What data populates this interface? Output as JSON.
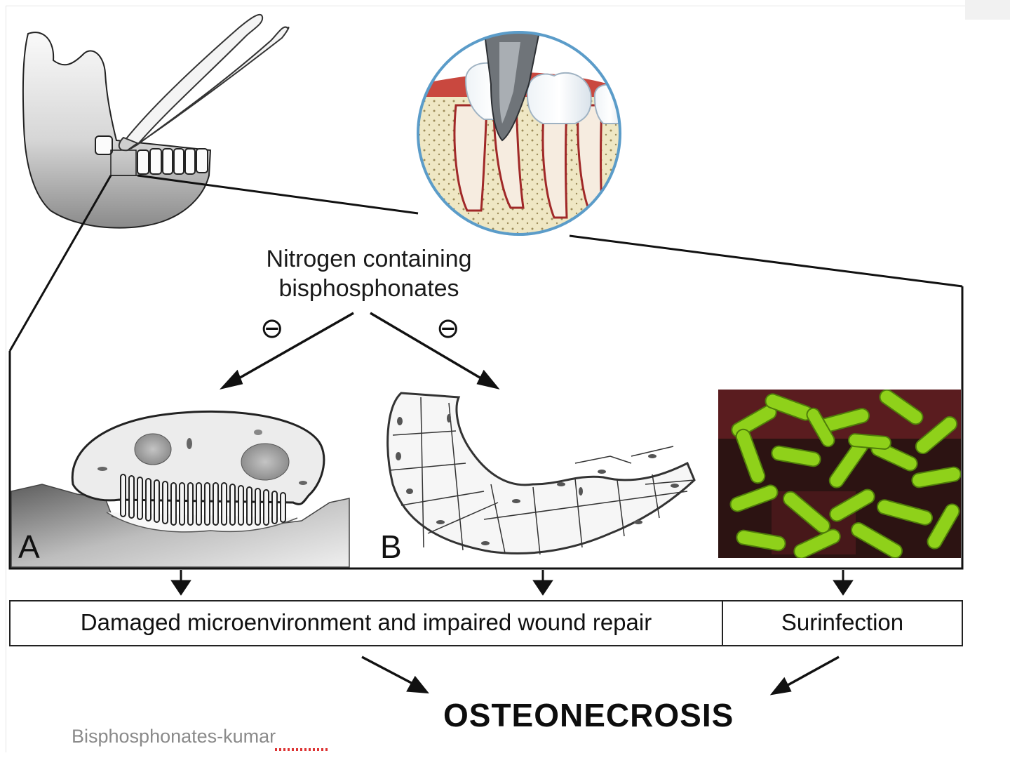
{
  "source_label": "Nitrogen containing\nbisphosphonates",
  "inhibition_symbol": "⊖",
  "panels": [
    {
      "letter": "A"
    },
    {
      "letter": "B"
    }
  ],
  "boxes": {
    "left": "Damaged microenvironment and impaired wound repair",
    "right": "Surinfection"
  },
  "outcome": "OSTEONECROSIS",
  "credit": "Bisphosphonates-kumar",
  "colors": {
    "outline": "#111111",
    "bone_gray": "#9a9a9a",
    "gum_red": "#b33a3a",
    "bacteria_green": "#8fd11a",
    "bacteria_bg": "#7a1f22",
    "inset_ring": "#5b9cc9"
  }
}
